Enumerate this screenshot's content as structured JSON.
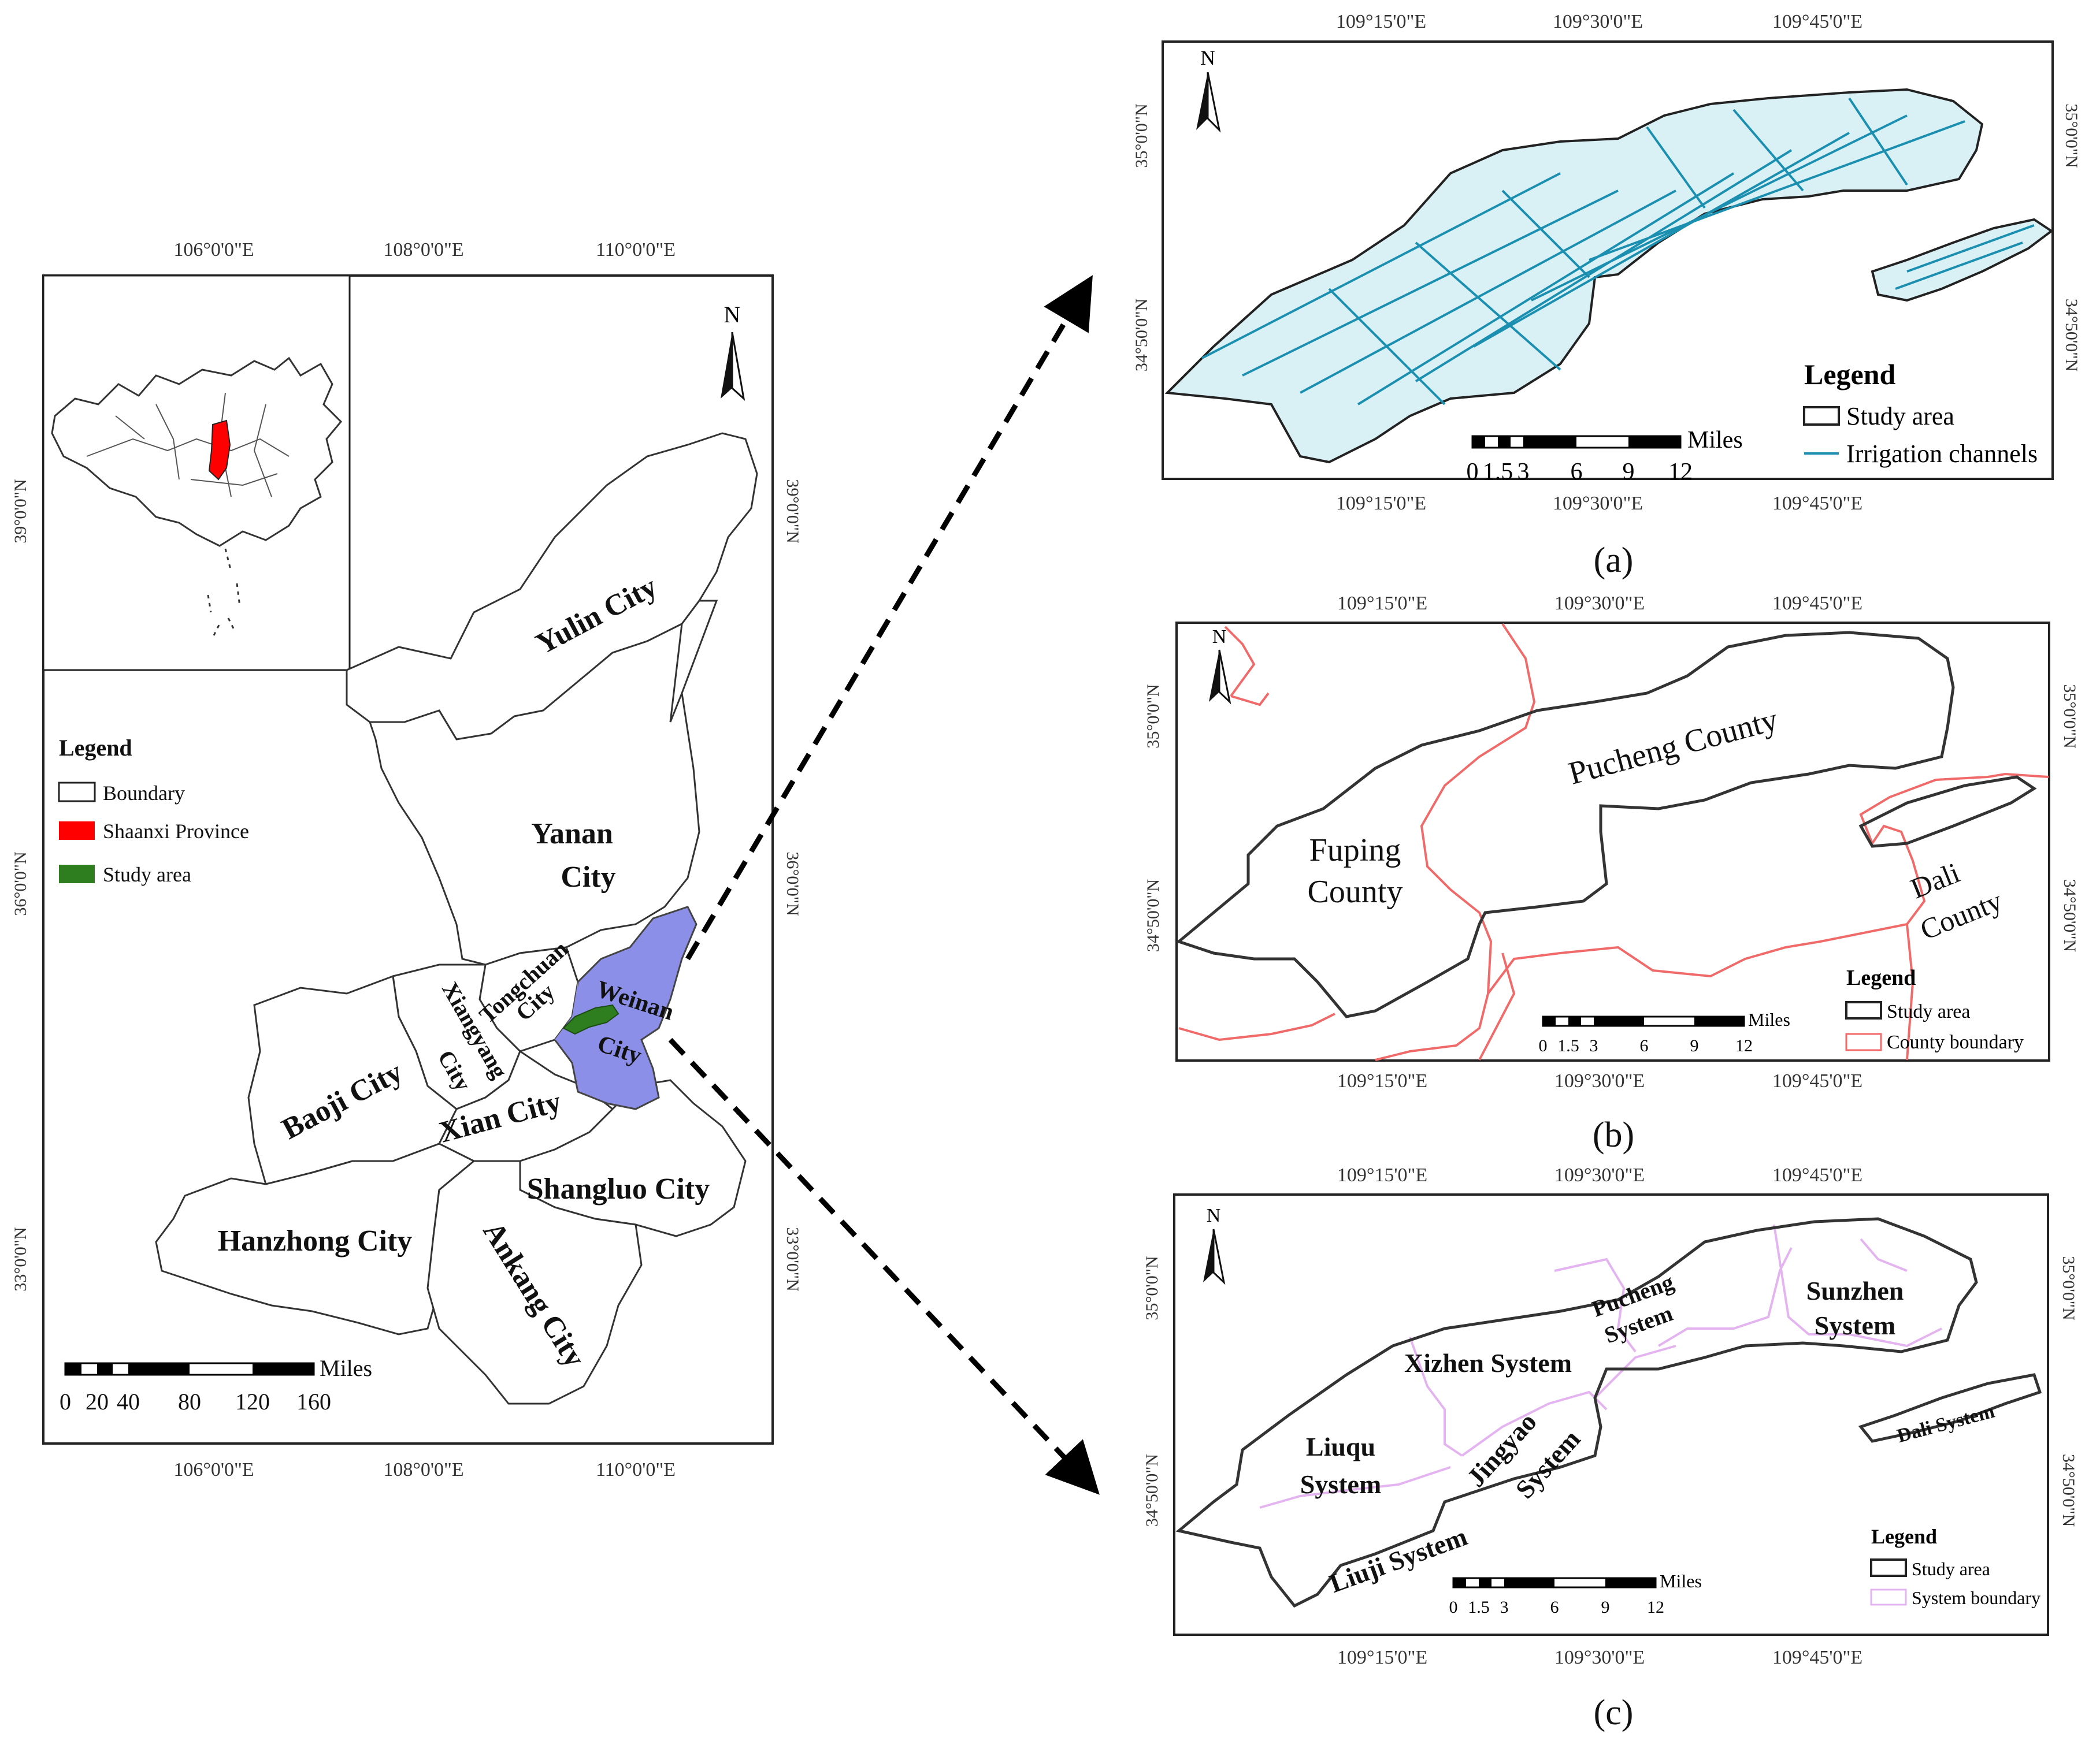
{
  "main_map": {
    "top_lon": [
      "106°0'0\"E",
      "108°0'0\"E",
      "110°0'0\"E"
    ],
    "bottom_lon": [
      "106°0'0\"E",
      "108°0'0\"E",
      "110°0'0\"E"
    ],
    "left_lat": [
      "39°0'0\"N",
      "36°0'0\"N",
      "33°0'0\"N"
    ],
    "right_lat": [
      "39°0'0\"N",
      "36°0'0\"N",
      "33°0'0\"N"
    ],
    "north": "N",
    "cities": {
      "yulin": "Yulin City",
      "yanan_1": "Yanan",
      "yanan_2": "City",
      "tongchuan_1": "Tongchuan",
      "tongchuan_2": "City",
      "weinan_1": "Weinan",
      "weinan_2": "City",
      "xiangyang_1": "Xiangyang",
      "xiangyang_2": "City",
      "baoji": "Baoji City",
      "xian": "Xian City",
      "shangluo": "Shangluo City",
      "hanzhong": "Hanzhong City",
      "ankang": "Ankang City"
    },
    "legend": {
      "title": "Legend",
      "items": [
        "Boundary",
        "Shaanxi Province",
        "Study area"
      ],
      "colors": [
        "#ffffff",
        "#ff0000",
        "#2e7d1e"
      ]
    },
    "scale": {
      "unit": "Miles",
      "ticks": [
        "0",
        "20",
        "40",
        "80",
        "120",
        "160"
      ]
    },
    "colors": {
      "weinan": "#8b8fe8",
      "study_area": "#2e7d1e",
      "shaanxi": "#ff0000"
    }
  },
  "panel_a": {
    "label": "(a)",
    "top_lon": [
      "109°15'0\"E",
      "109°30'0\"E",
      "109°45'0\"E"
    ],
    "bottom_lon": [
      "109°15'0\"E",
      "109°30'0\"E",
      "109°45'0\"E"
    ],
    "left_lat": [
      "35°0'0\"N",
      "34°50'0\"N"
    ],
    "right_lat": [
      "35°0'0\"N",
      "34°50'0\"N"
    ],
    "north": "N",
    "legend": {
      "title": "Legend",
      "items": [
        "Study area",
        "Irrigation channels"
      ]
    },
    "scale": {
      "unit": "Miles",
      "ticks": [
        "0",
        "1.5",
        "3",
        "6",
        "9",
        "12"
      ]
    },
    "colors": {
      "channels": "#1b8fb0"
    }
  },
  "panel_b": {
    "label": "(b)",
    "top_lon": [
      "109°15'0\"E",
      "109°30'0\"E",
      "109°45'0\"E"
    ],
    "bottom_lon": [
      "109°15'0\"E",
      "109°30'0\"E",
      "109°45'0\"E"
    ],
    "left_lat": [
      "35°0'0\"N",
      "34°50'0\"N"
    ],
    "right_lat": [
      "35°0'0\"N",
      "34°50'0\"N"
    ],
    "north": "N",
    "regions": {
      "pucheng": "Pucheng County",
      "fuping_1": "Fuping",
      "fuping_2": "County",
      "dali_1": "Dali",
      "dali_2": "County"
    },
    "legend": {
      "title": "Legend",
      "items": [
        "Study area",
        "County boundary"
      ]
    },
    "scale": {
      "unit": "Miles",
      "ticks": [
        "0",
        "1.5",
        "3",
        "6",
        "9",
        "12"
      ]
    },
    "colors": {
      "county": "#f06a6a"
    }
  },
  "panel_c": {
    "label": "(c)",
    "top_lon": [
      "109°15'0\"E",
      "109°30'0\"E",
      "109°45'0\"E"
    ],
    "bottom_lon": [
      "109°15'0\"E",
      "109°30'0\"E",
      "109°45'0\"E"
    ],
    "left_lat": [
      "35°0'0\"N",
      "34°50'0\"N"
    ],
    "right_lat": [
      "35°0'0\"N",
      "34°50'0\"N"
    ],
    "north": "N",
    "systems": {
      "sunzhen_1": "Sunzhen",
      "sunzhen_2": "System",
      "pucheng_1": "Pucheng",
      "pucheng_2": "System",
      "xizhen": "Xizhen System",
      "jingyao_1": "Jingyao",
      "jingyao_2": "System",
      "liuqu_1": "Liuqu",
      "liuqu_2": "System",
      "liuji": "Liuji System",
      "dali": "Dali System"
    },
    "legend": {
      "title": "Legend",
      "items": [
        "Study area",
        "System boundary"
      ]
    },
    "scale": {
      "unit": "Miles",
      "ticks": [
        "0",
        "1.5",
        "3",
        "6",
        "9",
        "12"
      ]
    },
    "colors": {
      "system": "#e3b4f0"
    }
  }
}
